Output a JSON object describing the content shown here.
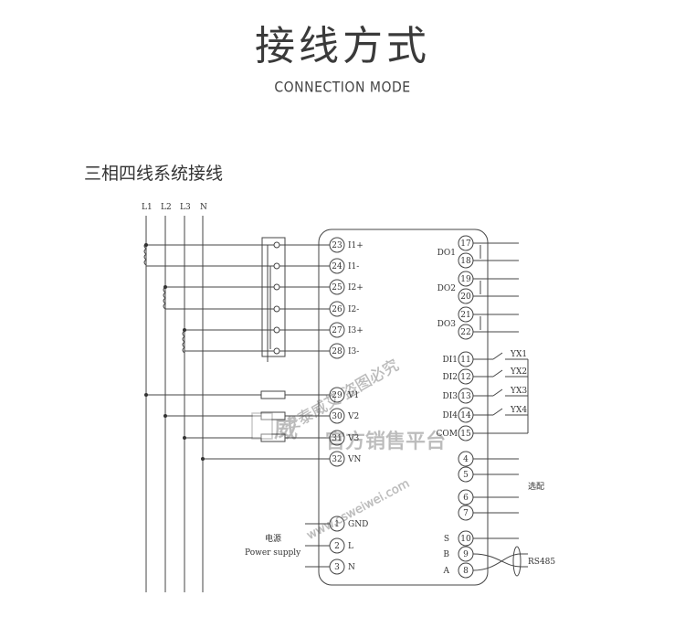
{
  "header": {
    "title": "接线方式",
    "subtitle": "CONNECTION MODE"
  },
  "section_title": "三相四线系统接线",
  "diagram": {
    "lines": [
      "L1",
      "L2",
      "L3",
      "N"
    ],
    "left_terminals": [
      {
        "num": "23",
        "label": "I1+"
      },
      {
        "num": "24",
        "label": "I1-"
      },
      {
        "num": "25",
        "label": "I2+"
      },
      {
        "num": "26",
        "label": "I2-"
      },
      {
        "num": "27",
        "label": "I3+"
      },
      {
        "num": "28",
        "label": "I3-"
      },
      {
        "num": "29",
        "label": "V1"
      },
      {
        "num": "30",
        "label": "V2"
      },
      {
        "num": "31",
        "label": "V3"
      },
      {
        "num": "32",
        "label": "VN"
      },
      {
        "num": "1",
        "label": "GND"
      },
      {
        "num": "2",
        "label": "L"
      },
      {
        "num": "3",
        "label": "N"
      }
    ],
    "right_terminals": [
      {
        "num": "17"
      },
      {
        "num": "18"
      },
      {
        "num": "19"
      },
      {
        "num": "20"
      },
      {
        "num": "21"
      },
      {
        "num": "22"
      },
      {
        "num": "11"
      },
      {
        "num": "12"
      },
      {
        "num": "13"
      },
      {
        "num": "14"
      },
      {
        "num": "15"
      },
      {
        "num": "4"
      },
      {
        "num": "5"
      },
      {
        "num": "6"
      },
      {
        "num": "7"
      },
      {
        "num": "10"
      },
      {
        "num": "9"
      },
      {
        "num": "8"
      }
    ],
    "do_labels": [
      "DO1",
      "DO2",
      "DO3"
    ],
    "di_labels": [
      "DI1",
      "DI2",
      "DI3",
      "DI4",
      "COM"
    ],
    "yx_labels": [
      "YX1",
      "YX2",
      "YX3",
      "YX4"
    ],
    "rs485_labels": [
      "S",
      "B",
      "A"
    ],
    "power_label_cn": "电源",
    "power_label_en": "Power supply",
    "optional_label": "选配",
    "rs485": "RS485"
  },
  "watermark": {
    "line1": "安泰威艾 盗图必究",
    "logo": "威",
    "line2": "官方销售平台",
    "url": "www.csweiwei.com"
  }
}
